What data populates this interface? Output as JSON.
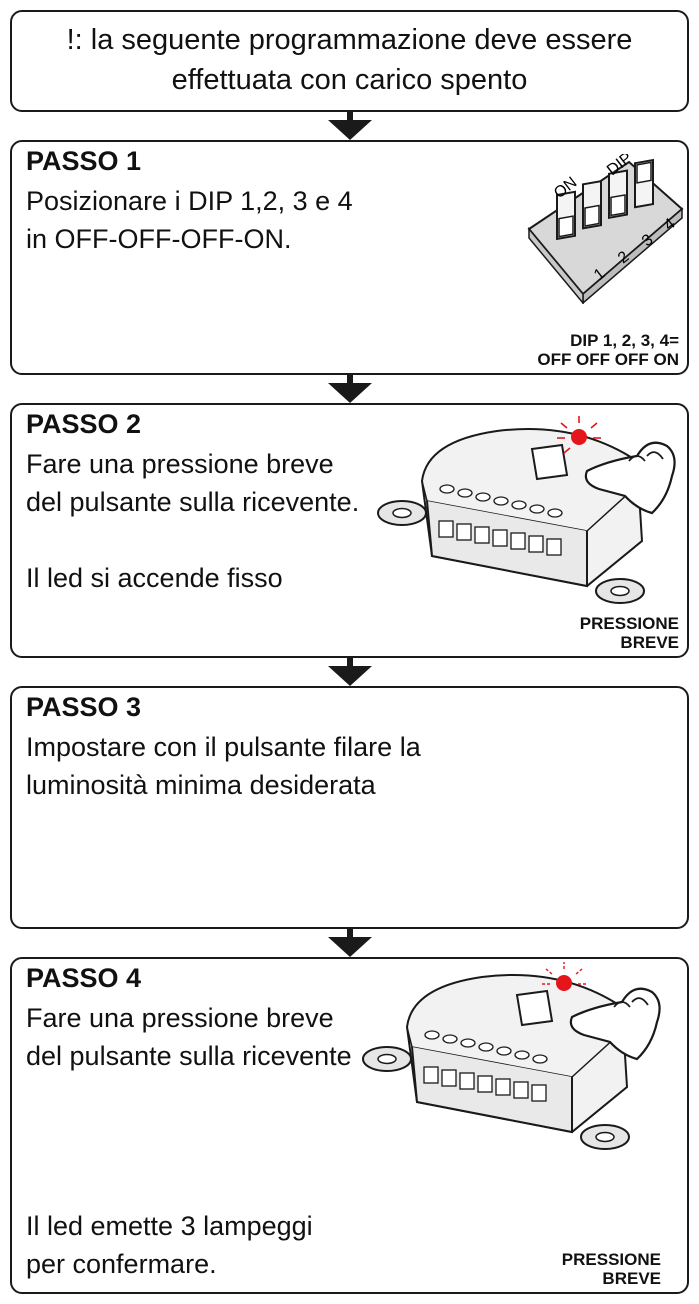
{
  "note": {
    "line1": "!: la seguente programmazione deve essere",
    "line2": "effettuata con carico spento"
  },
  "steps": [
    {
      "title": "PASSO 1",
      "lines": [
        "Posizionare i DIP 1,2, 3 e 4",
        "in OFF-OFF-OFF-ON."
      ],
      "caption": [
        "DIP 1, 2, 3, 4=",
        "OFF OFF OFF ON"
      ],
      "illustration": {
        "type": "dip-switch",
        "labels": {
          "on": "ON",
          "dip": "DIP",
          "n1": "1",
          "n2": "2",
          "n3": "3",
          "n4": "4"
        }
      }
    },
    {
      "title": "PASSO 2",
      "lines": [
        "Fare una pressione breve",
        "del pulsante sulla ricevente.",
        "Il led si accende fisso"
      ],
      "caption": [
        "PRESSIONE",
        "BREVE"
      ],
      "illustration": {
        "type": "receiver-press",
        "led_color": "#e4161b"
      }
    },
    {
      "title": "PASSO 3",
      "lines": [
        "Impostare con il pulsante filare la",
        "luminosità minima desiderata"
      ]
    },
    {
      "title": "PASSO 4",
      "lines": [
        "Fare una pressione breve",
        "del pulsante sulla ricevente",
        "Il led emette 3 lampeggi",
        "per confermare."
      ],
      "caption": [
        "PRESSIONE",
        "BREVE"
      ],
      "illustration": {
        "type": "receiver-press",
        "led_color": "#e4161b"
      }
    }
  ],
  "arrow_icon": "arrow-down-icon"
}
